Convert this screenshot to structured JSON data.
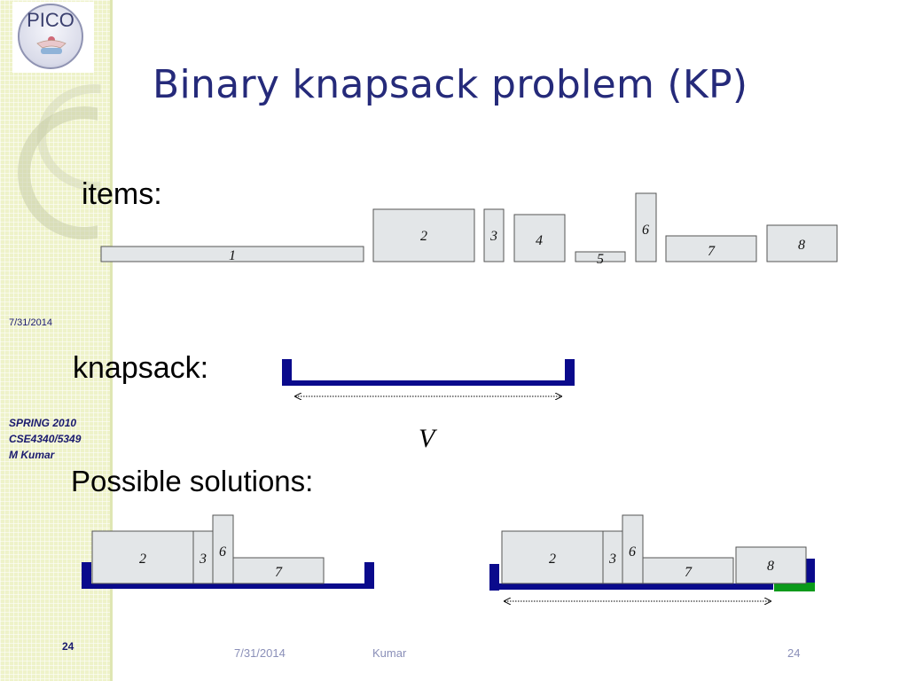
{
  "slide": {
    "title": "Binary knapsack problem (KP)",
    "labels": {
      "items": "items:",
      "knapsack": "knapsack:",
      "capacity": "V",
      "solutions": "Possible solutions:"
    }
  },
  "sidebar": {
    "logo_text": "PICO",
    "date": "7/31/2014",
    "course_lines": [
      "SPRING 2010",
      "CSE4340/5349",
      "M Kumar"
    ],
    "page_number": "24"
  },
  "footer": {
    "date": "7/31/2014",
    "author": "Kumar",
    "page": "24"
  },
  "diagram": {
    "items": [
      "1",
      "2",
      "3",
      "4",
      "5",
      "6",
      "7",
      "8"
    ],
    "solution_a": [
      "2",
      "3",
      "6",
      "7"
    ],
    "solution_b": [
      "2",
      "3",
      "6",
      "7",
      "8"
    ],
    "colors": {
      "item_fill": "#e3e6e8",
      "item_stroke": "#555555",
      "knapsack": "#0a0a8c",
      "overflow": "#0a9a1a"
    }
  }
}
